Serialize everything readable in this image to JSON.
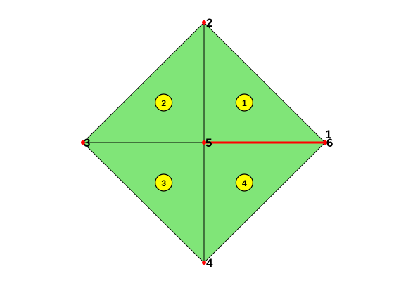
{
  "colors": {
    "element_fill": "#80e578",
    "edge": "#000000",
    "crack": "#ff0000",
    "node": "#ff0000",
    "badge_fill": "#ffff00"
  },
  "nodes": [
    {
      "label": "1",
      "x": 1.0,
      "y": 0.0
    },
    {
      "label": "2",
      "x": 0.0,
      "y": 1.0
    },
    {
      "label": "3",
      "x": -1.0,
      "y": 0.0
    },
    {
      "label": "4",
      "x": 0.0,
      "y": -1.0
    },
    {
      "label": "5",
      "x": 0.0,
      "y": 0.0
    },
    {
      "label": "6",
      "x": 1.0,
      "y": 0.0
    }
  ],
  "elements": [
    {
      "label": "1",
      "nodes": [
        "1",
        "2",
        "5"
      ]
    },
    {
      "label": "2",
      "nodes": [
        "2",
        "3",
        "5"
      ]
    },
    {
      "label": "3",
      "nodes": [
        "3",
        "4",
        "5"
      ]
    },
    {
      "label": "4",
      "nodes": [
        "4",
        "6",
        "5"
      ]
    }
  ],
  "crack": {
    "from": "5",
    "to": "6"
  }
}
